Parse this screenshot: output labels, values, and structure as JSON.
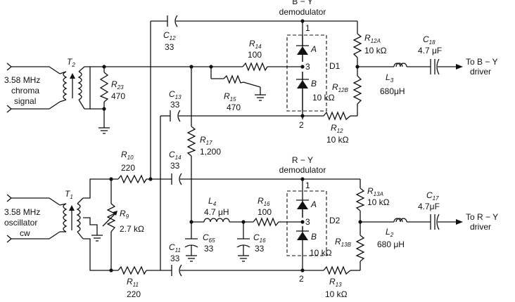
{
  "demod_top": {
    "title": "B − Y",
    "subtitle": "demodulator"
  },
  "demod_bottom": {
    "title": "R − Y",
    "subtitle": "demodulator"
  },
  "inputs": {
    "chroma": [
      "3.58 MHz",
      "chroma",
      "signal"
    ],
    "osc": [
      "3.58 MHz",
      "oscillator",
      "cw"
    ]
  },
  "outputs": {
    "top": [
      "To B − Y",
      "driver"
    ],
    "bottom": [
      "To R − Y",
      "driver"
    ]
  },
  "transformers": {
    "t2": "T",
    "t2_sub": "2",
    "t1": "T",
    "t1_sub": "1"
  },
  "diodes": {
    "d1": "D1",
    "d2": "D2",
    "a": "A",
    "b": "B",
    "n1": "1",
    "n2": "2",
    "n3": "3"
  },
  "components": {
    "c12": {
      "ref": "C",
      "sub": "12",
      "value": "33"
    },
    "r23": {
      "ref": "R",
      "sub": "23",
      "value": "470"
    },
    "r14": {
      "ref": "R",
      "sub": "14",
      "value": "100"
    },
    "r15": {
      "ref": "R",
      "sub": "15",
      "value": "470"
    },
    "c13": {
      "ref": "C",
      "sub": "13",
      "value": "33"
    },
    "r17": {
      "ref": "R",
      "sub": "17",
      "value": "1,200"
    },
    "r12a": {
      "ref": "R",
      "sub": "12A",
      "value": "10 kΩ"
    },
    "r12b": {
      "ref": "R",
      "sub": "12B",
      "value": "10 kΩ"
    },
    "r12": {
      "ref": "R",
      "sub": "12",
      "value": "10 kΩ"
    },
    "c18": {
      "ref": "C",
      "sub": "18",
      "value": "4.7 μF"
    },
    "l3": {
      "ref": "L",
      "sub": "3",
      "value": "680μH"
    },
    "r10": {
      "ref": "R",
      "sub": "10",
      "value": "220"
    },
    "c14": {
      "ref": "C",
      "sub": "14",
      "value": "33"
    },
    "r9": {
      "ref": "R",
      "sub": "9",
      "value": "2.7 kΩ"
    },
    "l4": {
      "ref": "L",
      "sub": "4",
      "value": "4.7 μH"
    },
    "r16": {
      "ref": "R",
      "sub": "16",
      "value": "100"
    },
    "c65": {
      "ref": "C",
      "sub": "65",
      "value": "33"
    },
    "c16": {
      "ref": "C",
      "sub": "16",
      "value": "33"
    },
    "c11": {
      "ref": "C",
      "sub": "11",
      "value": "33"
    },
    "r11": {
      "ref": "R",
      "sub": "11",
      "value": "220"
    },
    "r13a": {
      "ref": "R",
      "sub": "13A",
      "value": "10 kΩ"
    },
    "r13b": {
      "ref": "R",
      "sub": "13B",
      "value": "10 kΩ"
    },
    "r13": {
      "ref": "R",
      "sub": "13",
      "value": "10 kΩ"
    },
    "c17": {
      "ref": "C",
      "sub": "17",
      "value": "4.7μF"
    },
    "l2": {
      "ref": "L",
      "sub": "2",
      "value": "680 μH"
    }
  }
}
